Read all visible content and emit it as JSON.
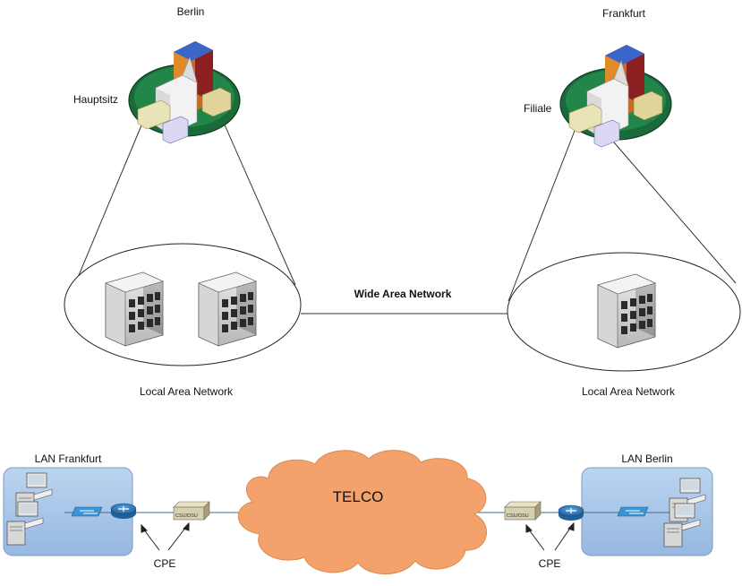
{
  "top": {
    "site_left": {
      "city": "Berlin",
      "role": "Hauptsitz",
      "lan_label": "Local Area Network"
    },
    "site_right": {
      "city": "Frankfurt",
      "role": "Filiale",
      "lan_label": "Local Area Network"
    },
    "wan_label": "Wide Area Network"
  },
  "bottom": {
    "lan_left": "LAN Frankfurt",
    "lan_right": "LAN Berlin",
    "cloud": "TELCO",
    "cpe_left": "CPE",
    "cpe_right": "CPE",
    "csu_label": "CSU/DSU"
  },
  "colors": {
    "lan_box": "#a9c8ea",
    "cloud": "#f4a26b",
    "island": "#1a6a3a",
    "router": "#2f7fc0",
    "switch": "#3b95d4"
  }
}
